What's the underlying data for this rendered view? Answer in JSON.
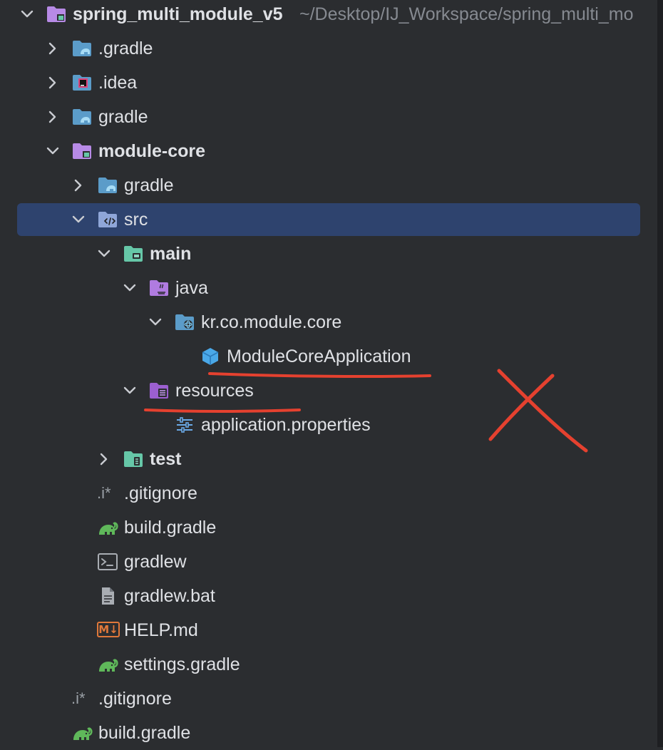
{
  "tree": {
    "root": {
      "label": "spring_multi_module_v5",
      "path": "~/Desktop/IJ_Workspace/spring_multi_mo"
    },
    "items": [
      {
        "label": ".gradle"
      },
      {
        "label": ".idea"
      },
      {
        "label": "gradle"
      },
      {
        "label": "module-core"
      },
      {
        "label": "gradle"
      },
      {
        "label": "src"
      },
      {
        "label": "main"
      },
      {
        "label": "java"
      },
      {
        "label": "kr.co.module.core"
      },
      {
        "label": "ModuleCoreApplication"
      },
      {
        "label": "resources"
      },
      {
        "label": "application.properties"
      },
      {
        "label": "test"
      },
      {
        "label": ".gitignore"
      },
      {
        "label": "build.gradle"
      },
      {
        "label": "gradlew"
      },
      {
        "label": "gradlew.bat"
      },
      {
        "label": "HELP.md"
      },
      {
        "label": "settings.gradle"
      },
      {
        "label": ".gitignore"
      },
      {
        "label": "build.gradle"
      }
    ]
  },
  "icons": {
    "gitignore_glyph": ".i*",
    "markdown_glyph": "M↓"
  },
  "colors": {
    "background": "#2b2d30",
    "selection": "#2e436e",
    "text": "#dfe1e5",
    "path_text": "#868a91",
    "annotation_red": "#e5412f",
    "module_folder": "#b78ae6",
    "source_folder": "#6aa9e6",
    "test_folder": "#66c7a8",
    "gradle_green": "#5fb85a"
  }
}
